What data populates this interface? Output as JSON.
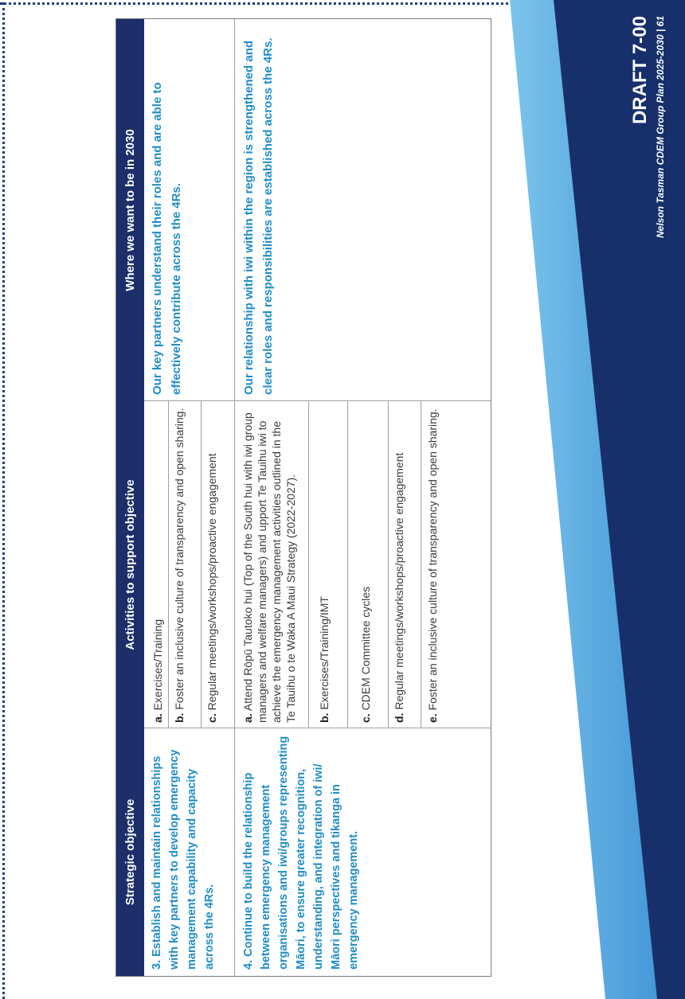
{
  "table": {
    "headers": {
      "objective": "Strategic objective",
      "activities": "Activities to support objective",
      "outcome": "Where we want to be in 2030"
    },
    "rows": [
      {
        "objective": "3. Establish and maintain relationships with key partners to develop emergency management capability and capacity across the 4Rs.",
        "activities": [
          {
            "letter": "a.",
            "text": " Exercises/Training"
          },
          {
            "letter": "b.",
            "text": " Foster an inclusive culture of transparency and open sharing."
          },
          {
            "letter": "c.",
            "text": " Regular meetings/workshops/proactive engagement"
          }
        ],
        "outcome": "Our key partners understand their roles and are able to effectively contribute across the 4Rs."
      },
      {
        "objective": "4. Continue to build the relationship between emergency management organisations and iwi/groups representing Māori, to ensure greater recognition, understanding, and integration of iwi/ Māori perspectives and tikanga in emergency management.",
        "activities": [
          {
            "letter": "a.",
            "text": " Attend Rōpū Tautoko hui (Top of the South hui with iwi group managers and welfare managers) and upport Te Tauihu iwi to achieve the emergency management activities outlined in the Te Tauihu o te Waka A Maui Strategy (2022-2027)."
          },
          {
            "letter": "b.",
            "text": " Exercises/Training/IMT"
          },
          {
            "letter": "c.",
            "text": " CDEM Committee cycles"
          },
          {
            "letter": "d.",
            "text": " Regular meetings/workshops/proactive engagement"
          },
          {
            "letter": "e.",
            "text": " Foster an inclusive culture of transparency and open sharing."
          }
        ],
        "outcome": "Our relationship with iwi within the region is strengthened and clear roles and responsibilities are established across the 4Rs."
      }
    ]
  },
  "draft_label": "DRAFT 7-00",
  "footer": "Nelson Tasman CDEM Group Plan 2025-2030 | 61",
  "colors": {
    "header_bg": "#1c2f6b",
    "objective_text": "#1f8ec8",
    "corner_dark": "#17306b",
    "corner_light": "#3a8fd0"
  }
}
